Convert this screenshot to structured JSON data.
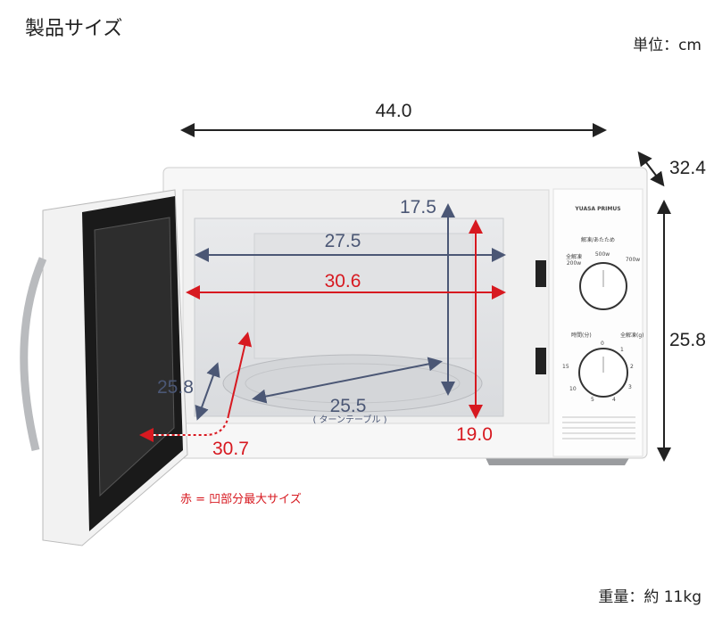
{
  "header": {
    "title": "製品サイズ",
    "unit": "単位：cm"
  },
  "footer": {
    "weight": "重量：約 11kg",
    "note": "赤 = 凹部分最大サイズ"
  },
  "dimensions": {
    "width": "44.0",
    "depth": "32.4",
    "height": "25.8",
    "inner_height": "17.5",
    "inner_width": "27.5",
    "inner_width_max": "30.6",
    "inner_depth": "25.8",
    "turntable": "25.5",
    "turntable_label": "( ターンテーブル )",
    "inner_depth_max": "30.7",
    "inner_height_max": "19.0"
  },
  "control_panel": {
    "brand": "YUASA PRIMUS",
    "power_label": "解凍/あたため",
    "power_options": [
      "200w",
      "500w",
      "700w"
    ],
    "defrost_label": "全解凍",
    "timer_label": "時間(分)",
    "timer_defrost_label": "全解凍(g)",
    "timer_marks": [
      "0",
      "1",
      "2",
      "3",
      "4",
      "5",
      "10",
      "15"
    ]
  },
  "colors": {
    "red": "#d71920",
    "blue": "#4b5775"
  }
}
